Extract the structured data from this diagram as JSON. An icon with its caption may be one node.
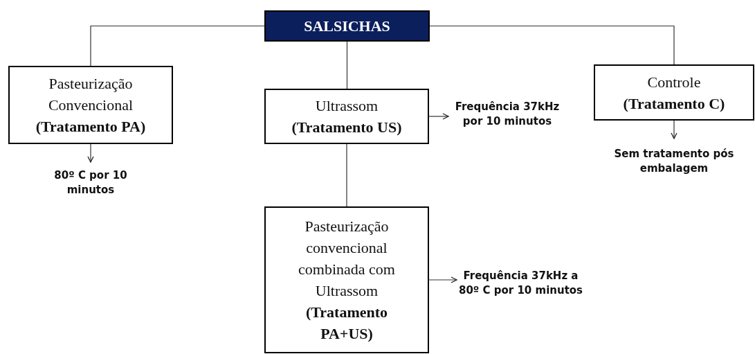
{
  "diagram": {
    "nodes": [
      {
        "text": [
          "SALSICHAS"
        ]
      },
      {
        "text": [
          "Pasteurização Convencional",
          "(Tratamento PA)"
        ]
      },
      {
        "text": [
          "Ultrassom",
          "(Tratamento US)"
        ]
      },
      {
        "text": [
          "Controle",
          "(Tratamento C)"
        ]
      },
      {
        "text": [
          "Pasteurização convencional combinada com Ultrassom",
          "(Tratamento PA+US)"
        ]
      },
      {
        "text": [
          "80º C por 10 minutos"
        ]
      },
      {
        "text": [
          "Frequência 37kHz por 10 minutos"
        ]
      },
      {
        "text": [
          "Sem tratamento pós embalagem"
        ]
      },
      {
        "text": [
          "Frequência 37kHz a 80º C por 10 minutos"
        ]
      }
    ],
    "edges": [
      {
        "from": 0,
        "to": 1,
        "arrow": "none"
      },
      {
        "from": 0,
        "to": 2,
        "arrow": "none"
      },
      {
        "from": 0,
        "to": 3,
        "arrow": "none"
      },
      {
        "from": 2,
        "to": 4,
        "arrow": "none"
      },
      {
        "from": 1,
        "to": 5,
        "arrow": "to"
      },
      {
        "from": 2,
        "to": 6,
        "arrow": "to"
      },
      {
        "from": 3,
        "to": 7,
        "arrow": "to"
      },
      {
        "from": 4,
        "to": 8,
        "arrow": "to"
      }
    ]
  }
}
